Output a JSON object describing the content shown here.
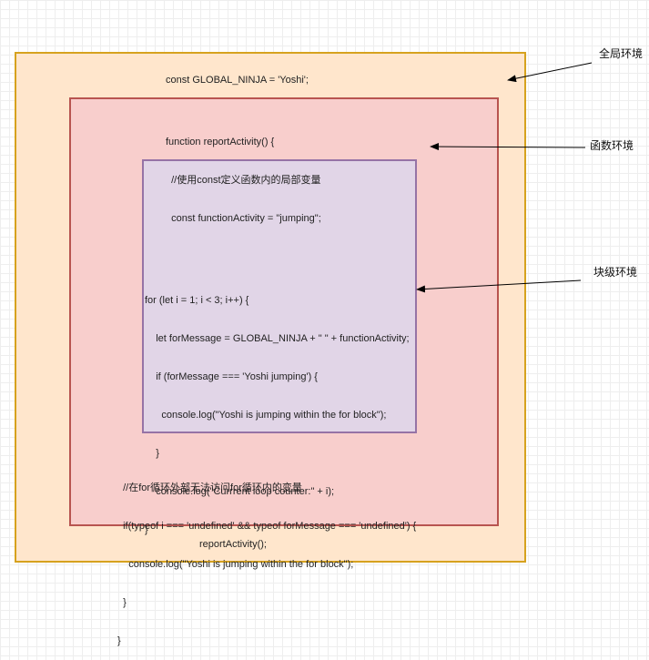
{
  "labels": {
    "global_env": "全局环境",
    "function_env": "函数环境",
    "block_env": "块级环境"
  },
  "code": {
    "global_decl": "const GLOBAL_NINJA = 'Yoshi';",
    "function_header": [
      "function reportActivity() {",
      "  //使用const定义函数内的局部变量",
      "  const functionActivity = \"jumping\";"
    ],
    "for_block": [
      "for (let i = 1; i < 3; i++) {",
      "    let forMessage = GLOBAL_NINJA + \" \" + functionActivity;",
      "    if (forMessage === 'Yoshi jumping') {",
      "      console.log(\"Yoshi is jumping within the for block\");",
      "    }",
      "    console.log(\"Currrent loop counter:\" + i);",
      "}"
    ],
    "function_footer": [
      "  //在for循环外部无法访问for循环内的变量",
      "  if(typeof i === 'undefined' && typeof forMessage === 'undefined') {",
      "    console.log(\"Yoshi is jumping within the for block\");",
      "  }",
      "}"
    ],
    "call": "reportActivity();"
  },
  "colors": {
    "global_fill": "#ffe6cc",
    "global_stroke": "#d6a21e",
    "function_fill": "#f8cecc",
    "function_stroke": "#b85450",
    "block_fill": "#e1d5e7",
    "block_stroke": "#9673a6"
  }
}
